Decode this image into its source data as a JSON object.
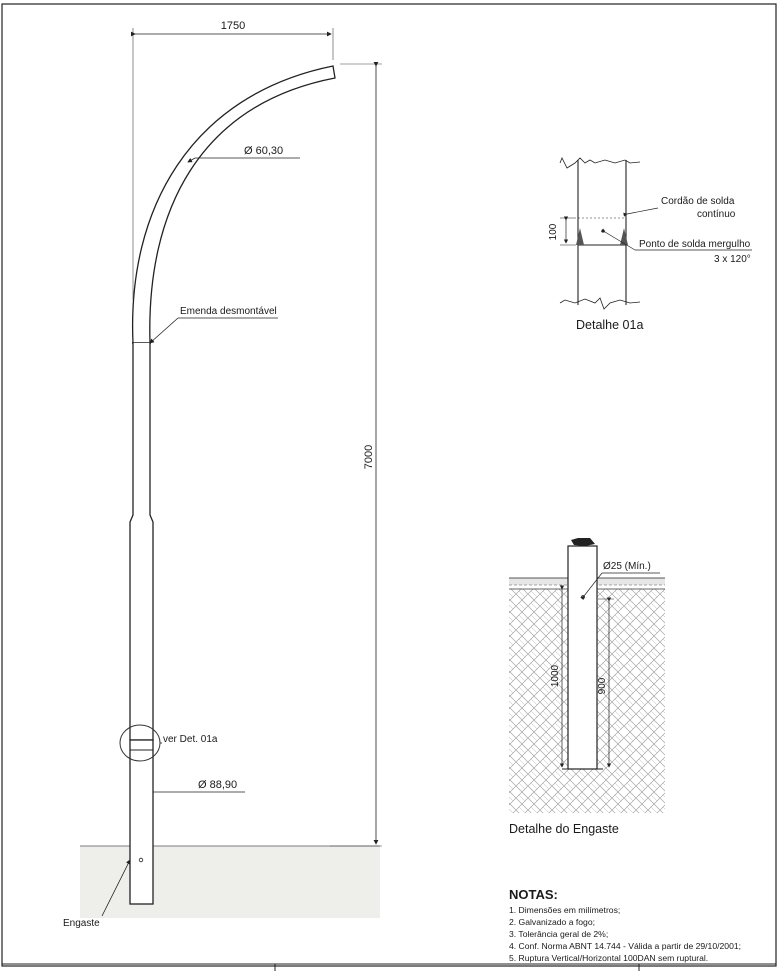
{
  "drawing": {
    "dimensions": {
      "arm_reach": "1750",
      "height": "7000",
      "arm_diameter": "Ø 60,30",
      "pole_diameter": "Ø 88,90"
    },
    "labels": {
      "splice": "Emenda desmontável",
      "see_detail": "ver Det. 01a",
      "embed": "Engaste"
    },
    "detail_01a": {
      "title": "Detalhe 01a",
      "weld_line1": "Cordão de solda",
      "weld_line2": "contínuo",
      "plug_weld": "Ponto de solda mergulho",
      "plug_weld_count": "3 x 120°",
      "dim_100": "100"
    },
    "detail_engaste": {
      "title": "Detalhe do Engaste",
      "hole_dia": "Ø25 (Mín.)",
      "dim_1000": "1000",
      "dim_900": "900"
    },
    "notes": {
      "title": "NOTAS:",
      "items": [
        "1. Dimensões em milímetros;",
        "2. Galvanizado a fogo;",
        "3. Tolerância geral de 2%;",
        "4. Conf. Norma ABNT 14.744 - Válida a partir de 29/10/2001;",
        "5. Ruptura Vertical/Horizontal 100DAN sem ruptural."
      ]
    }
  }
}
